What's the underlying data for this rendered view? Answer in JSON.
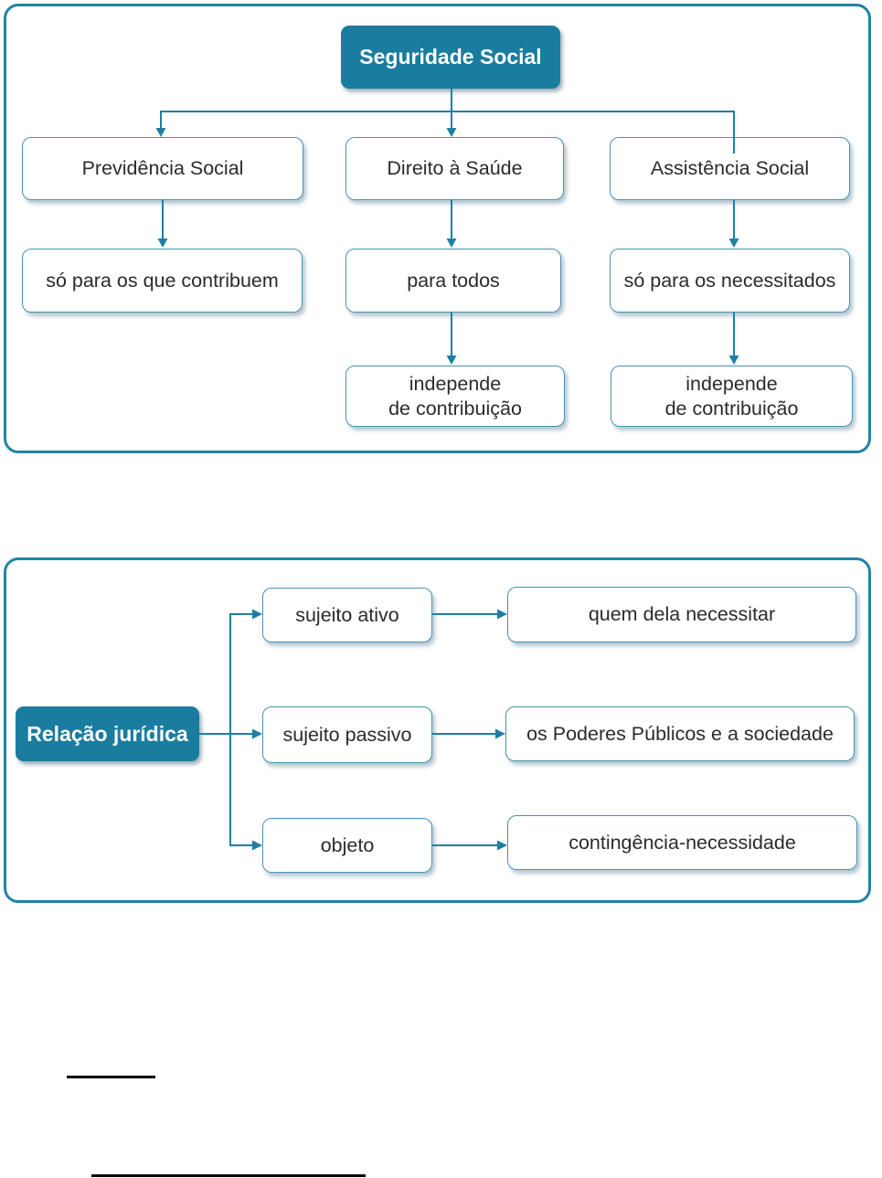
{
  "colors": {
    "accent_teal": "#1a7c9e",
    "node_border": "#4a92b2",
    "connector": "#1e7fa5",
    "frame_border": "#2382a7",
    "text": "#2b2b2b"
  },
  "diagram1": {
    "root_label": "Seguridade Social",
    "branches": [
      {
        "title": "Previdência Social",
        "child": "só para os que contribuem"
      },
      {
        "title": "Direito à Saúde",
        "child": "para todos",
        "grandchild_line1": "independe",
        "grandchild_line2": "de contribuição"
      },
      {
        "title": "Assistência Social",
        "child": "só para os necessitados",
        "grandchild_line1": "independe",
        "grandchild_line2": "de contribuição"
      }
    ]
  },
  "diagram2": {
    "root_label": "Relação jurídica",
    "rows": [
      {
        "element": "sujeito ativo",
        "value": "quem dela necessitar"
      },
      {
        "element": "sujeito passivo",
        "value": "os Poderes Públicos e a sociedade"
      },
      {
        "element": "objeto",
        "value": "contingência-necessidade"
      }
    ]
  }
}
